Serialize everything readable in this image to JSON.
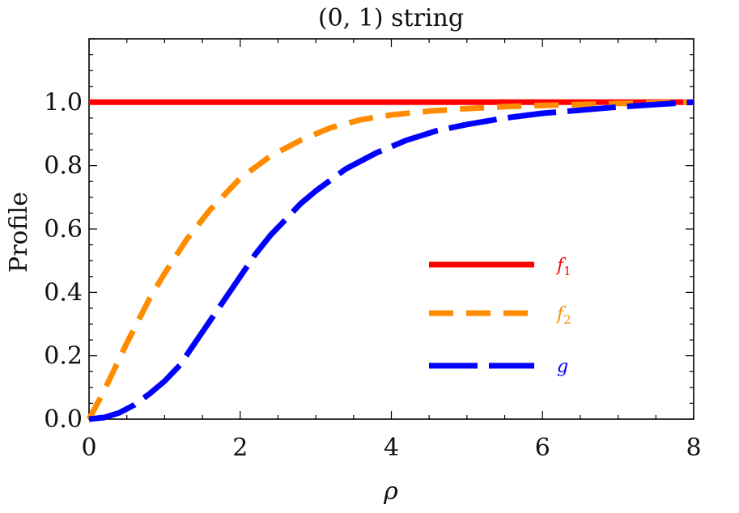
{
  "chart_data": {
    "type": "line",
    "title": "(0, 1) string",
    "xlabel": "ρ",
    "ylabel": "Profile",
    "xlim": [
      0,
      8
    ],
    "ylim": [
      0,
      1.2
    ],
    "x_ticks": [
      0,
      2,
      4,
      6,
      8
    ],
    "x_tick_labels": [
      "0",
      "2",
      "4",
      "6",
      "8"
    ],
    "y_ticks": [
      0.0,
      0.2,
      0.4,
      0.6,
      0.8,
      1.0
    ],
    "y_tick_labels": [
      "0.0",
      "0.2",
      "0.4",
      "0.6",
      "0.8",
      "1.0"
    ],
    "grid": false,
    "legend_position": "right-center",
    "series": [
      {
        "name": "f1",
        "legend_base": "f",
        "legend_sub": "1",
        "color": "#ff0000",
        "style": "solid",
        "x": [
          0,
          8
        ],
        "y": [
          1.0,
          1.0
        ]
      },
      {
        "name": "f2",
        "legend_base": "f",
        "legend_sub": "2",
        "color": "#ff8c00",
        "style": "dashed",
        "x": [
          0,
          0.2,
          0.5,
          0.8,
          1.0,
          1.3,
          1.6,
          2.0,
          2.4,
          2.8,
          3.2,
          3.6,
          4.0,
          4.5,
          5.0,
          5.5,
          6.0,
          6.5,
          7.0,
          7.5,
          8.0
        ],
        "y": [
          0.0,
          0.09,
          0.24,
          0.38,
          0.46,
          0.57,
          0.66,
          0.76,
          0.83,
          0.88,
          0.92,
          0.945,
          0.96,
          0.972,
          0.98,
          0.986,
          0.99,
          0.993,
          0.996,
          0.998,
          1.0
        ]
      },
      {
        "name": "g",
        "legend_base": "g",
        "legend_sub": "",
        "color": "#0000ff",
        "style": "long-dashed",
        "x": [
          0,
          0.2,
          0.4,
          0.6,
          0.8,
          1.0,
          1.2,
          1.4,
          1.6,
          1.8,
          2.0,
          2.2,
          2.4,
          2.6,
          2.8,
          3.0,
          3.4,
          3.8,
          4.2,
          4.6,
          5.0,
          5.5,
          6.0,
          6.5,
          7.0,
          7.5,
          8.0
        ],
        "y": [
          0.0,
          0.005,
          0.02,
          0.045,
          0.08,
          0.12,
          0.17,
          0.24,
          0.31,
          0.38,
          0.45,
          0.52,
          0.58,
          0.63,
          0.68,
          0.72,
          0.79,
          0.84,
          0.88,
          0.91,
          0.93,
          0.95,
          0.965,
          0.975,
          0.985,
          0.993,
          1.0
        ]
      }
    ]
  }
}
